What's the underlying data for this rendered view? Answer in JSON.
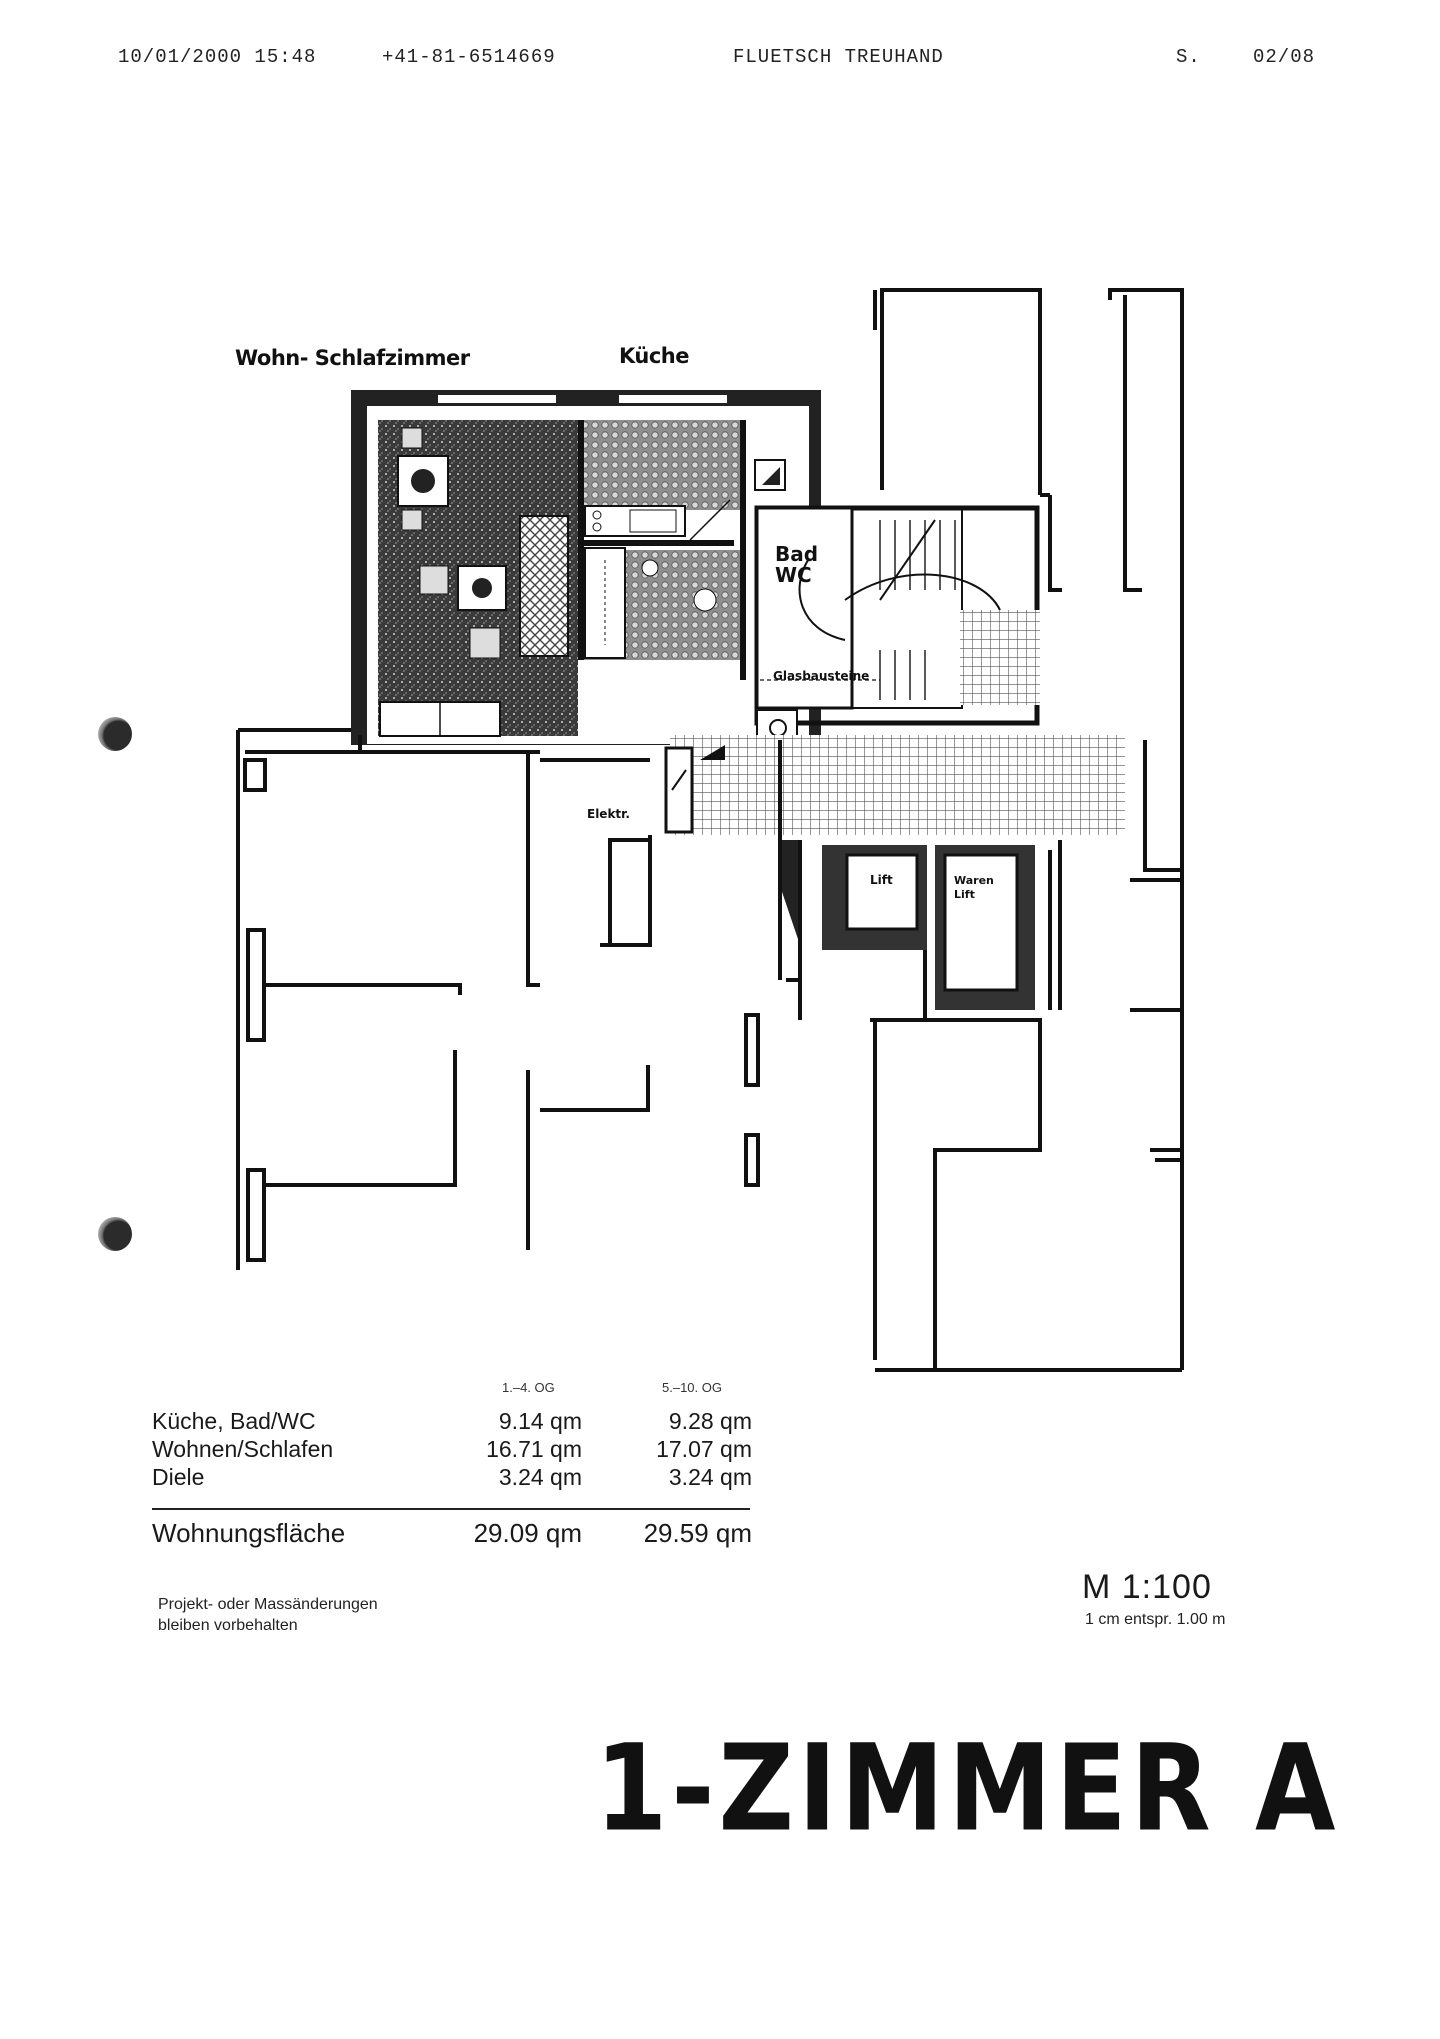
{
  "fax_header": {
    "datetime": "10/01/2000  15:48",
    "phone": "+41-81-6514669",
    "company": "FLUETSCH TREUHAND",
    "page_label": "S.",
    "page": "02/08"
  },
  "plan": {
    "room_labels": {
      "wohn": "Wohn- Schlafzimmer",
      "kueche": "Küche",
      "bad": [
        "Bad",
        "WC"
      ],
      "glasbausteine": "Glasbausteine",
      "elektr": "Elektr.",
      "lift": "Lift",
      "warenlift": [
        "Waren",
        "Lift"
      ]
    }
  },
  "area_table": {
    "col_headers": [
      "1.–4. OG",
      "5.–10. OG"
    ],
    "rows": [
      {
        "label": "Küche, Bad/WC",
        "v1": "9.14  qm",
        "v2": "9.28  qm"
      },
      {
        "label": "Wohnen/Schlafen",
        "v1": "16.71  qm",
        "v2": "17.07  qm"
      },
      {
        "label": "Diele",
        "v1": "3.24  qm",
        "v2": "3.24  qm"
      }
    ],
    "total": {
      "label": "Wohnungsfläche",
      "v1": "29.09 qm",
      "v2": "29.59 qm"
    }
  },
  "note": [
    "Projekt- oder Massänderungen",
    "bleiben vorbehalten"
  ],
  "scale": {
    "ratio": "M 1:100",
    "sub": "1 cm entspr. 1.00 m"
  },
  "title": "1-ZIMMER A"
}
